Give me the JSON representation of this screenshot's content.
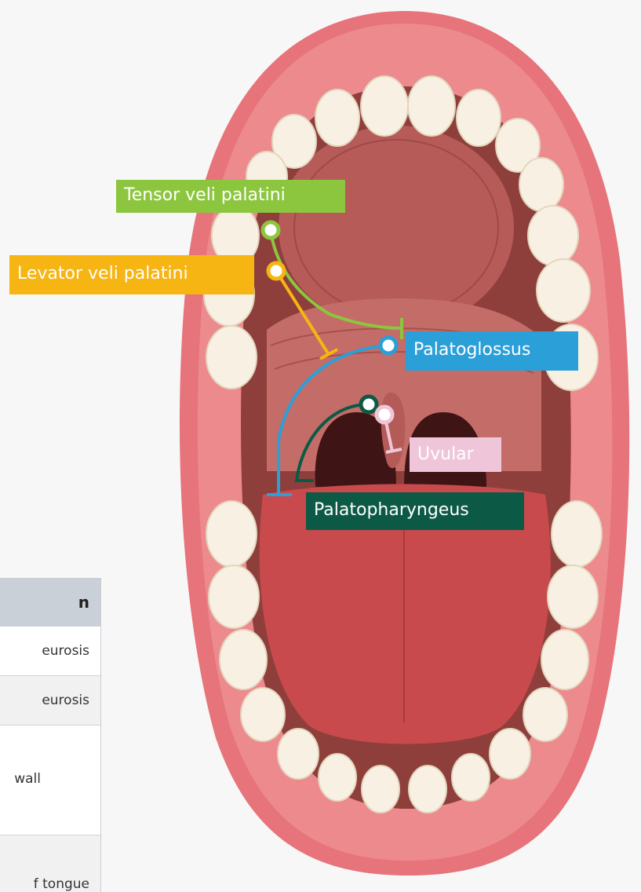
{
  "labels": {
    "tensor": "Tensor veli palatini",
    "levator": "Levator veli palatini",
    "palatoglossus": "Palatoglossus",
    "uvular": "Uvular",
    "palatopharyngeus": "Palatopharyngeus"
  },
  "colors": {
    "tensor": "#8cc63f",
    "levator": "#f6b513",
    "palatoglossus": "#2b9fd8",
    "uvular": "#efc6d9",
    "palatopharyngeus": "#0c5a45",
    "lips": "#e6747a",
    "mouth_interior": "#8e3f3c",
    "tongue": "#c84a4c",
    "teeth": "#f8f1e3"
  },
  "table": {
    "header": "n",
    "rows": [
      "eurosis",
      "eurosis",
      "wall",
      "",
      "f tongue"
    ]
  }
}
